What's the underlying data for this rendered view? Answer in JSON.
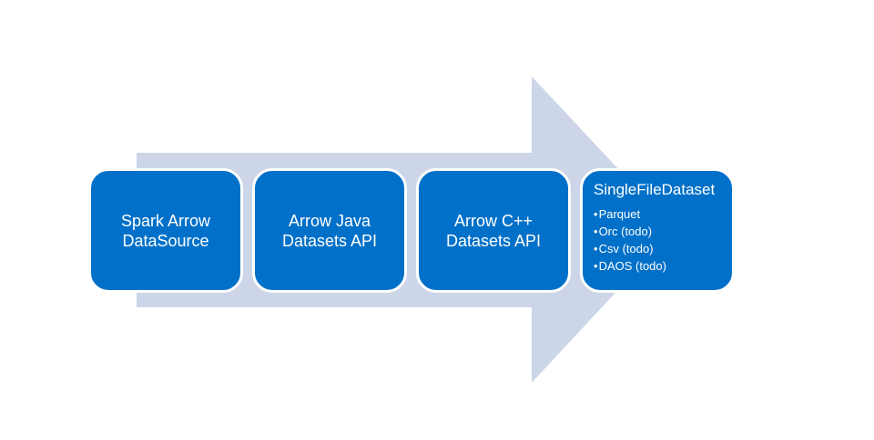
{
  "colors": {
    "arrow": "#cdd6e8",
    "box": "#0070c8",
    "text": "#ffffff"
  },
  "diagram": {
    "steps": [
      {
        "lines": [
          "Spark Arrow",
          "DataSource"
        ]
      },
      {
        "lines": [
          "Arrow Java",
          "Datasets API"
        ]
      },
      {
        "lines": [
          "Arrow C++",
          "Datasets API"
        ]
      }
    ],
    "last_step": {
      "title": "SingleFileDataset",
      "items": [
        "Parquet",
        "Orc (todo)",
        "Csv (todo)",
        "DAOS (todo)"
      ]
    }
  }
}
